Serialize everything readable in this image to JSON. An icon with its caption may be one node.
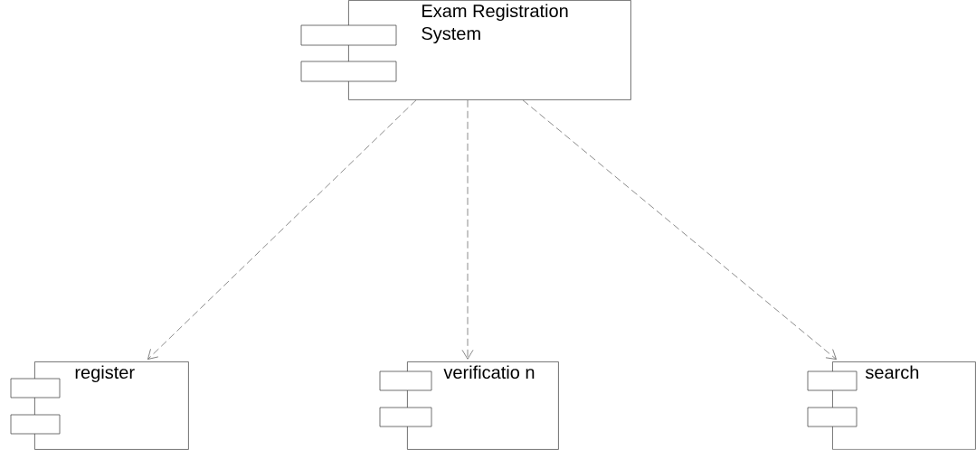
{
  "diagram": {
    "nodes": [
      {
        "text": [
          "Exam Registration System"
        ]
      },
      {
        "text": [
          "register"
        ]
      },
      {
        "text": [
          "verificatio n"
        ]
      },
      {
        "text": [
          "search"
        ]
      }
    ],
    "edges": [
      {
        "from": 0,
        "to": 1,
        "arrow": "to",
        "style": "dashed"
      },
      {
        "from": 0,
        "to": 2,
        "arrow": "to",
        "style": "dashed"
      },
      {
        "from": 0,
        "to": 3,
        "arrow": "to",
        "style": "dashed"
      }
    ]
  }
}
